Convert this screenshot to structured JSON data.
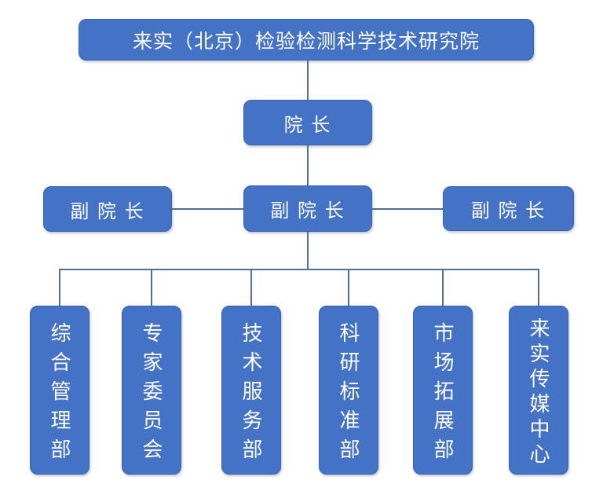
{
  "org": {
    "root": {
      "label": "来实（北京）检验检测科学技术研究院"
    },
    "president": {
      "label": "院 长"
    },
    "vice_presidents": [
      {
        "label": "副 院 长"
      },
      {
        "label": "副 院 长"
      },
      {
        "label": "副 院 长"
      }
    ],
    "departments": [
      {
        "label": "综合管理部"
      },
      {
        "label": "专家委员会"
      },
      {
        "label": "技术服务部"
      },
      {
        "label": "科研标准部"
      },
      {
        "label": "市场拓展部"
      },
      {
        "label": "来实传媒中心"
      }
    ],
    "colors": {
      "box_fill": "#4472C4",
      "box_border": "#3A60AE",
      "connector": "#4E6F9B",
      "text": "#FFFFFF"
    }
  }
}
